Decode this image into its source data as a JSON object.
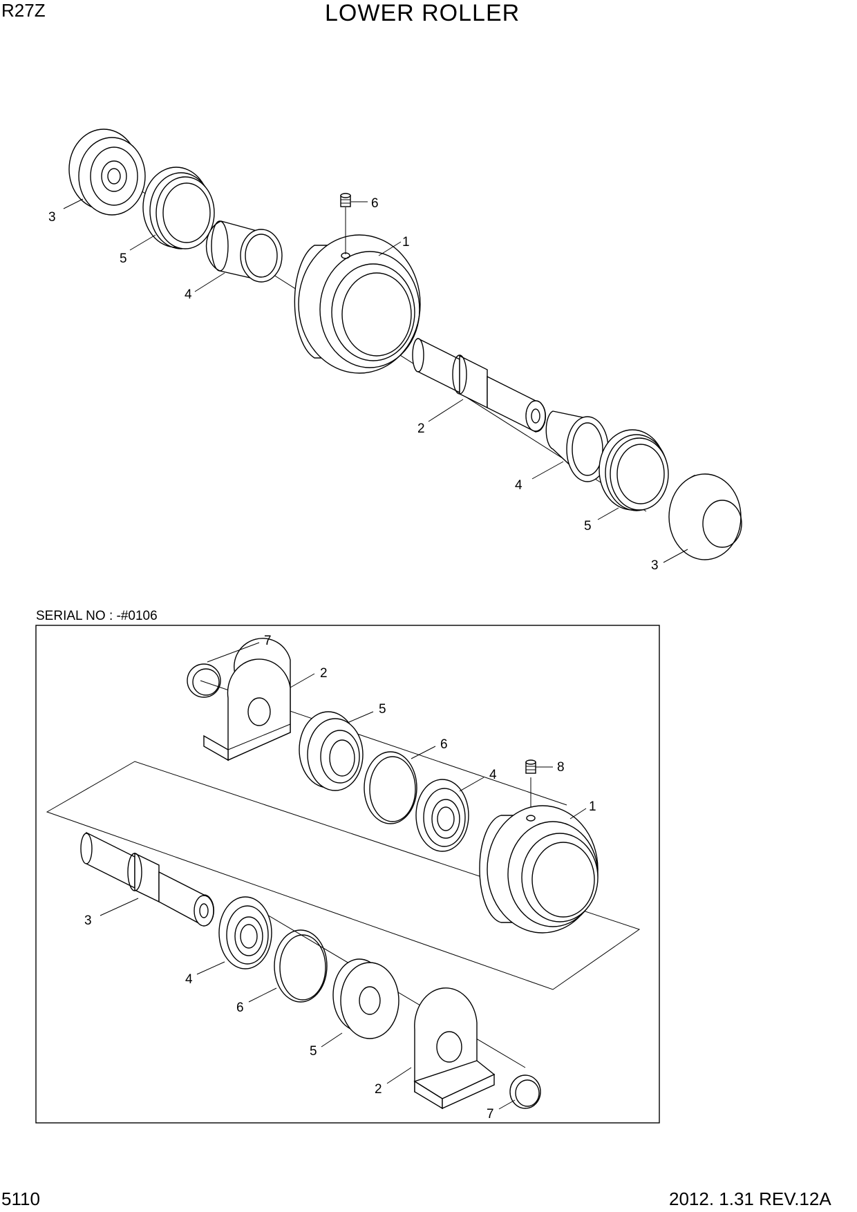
{
  "header": {
    "model": "R27Z",
    "title": "LOWER ROLLER"
  },
  "inset": {
    "serial_label": "SERIAL NO : -#0106"
  },
  "footer": {
    "page_number": "5110",
    "revision": "2012. 1.31 REV.12A"
  },
  "top_callouts": [
    "6",
    "1",
    "3",
    "5",
    "4",
    "2",
    "4",
    "5",
    "3"
  ],
  "inset_callouts": [
    "7",
    "2",
    "5",
    "6",
    "4",
    "8",
    "1",
    "3",
    "4",
    "6",
    "5",
    "2",
    "7"
  ]
}
